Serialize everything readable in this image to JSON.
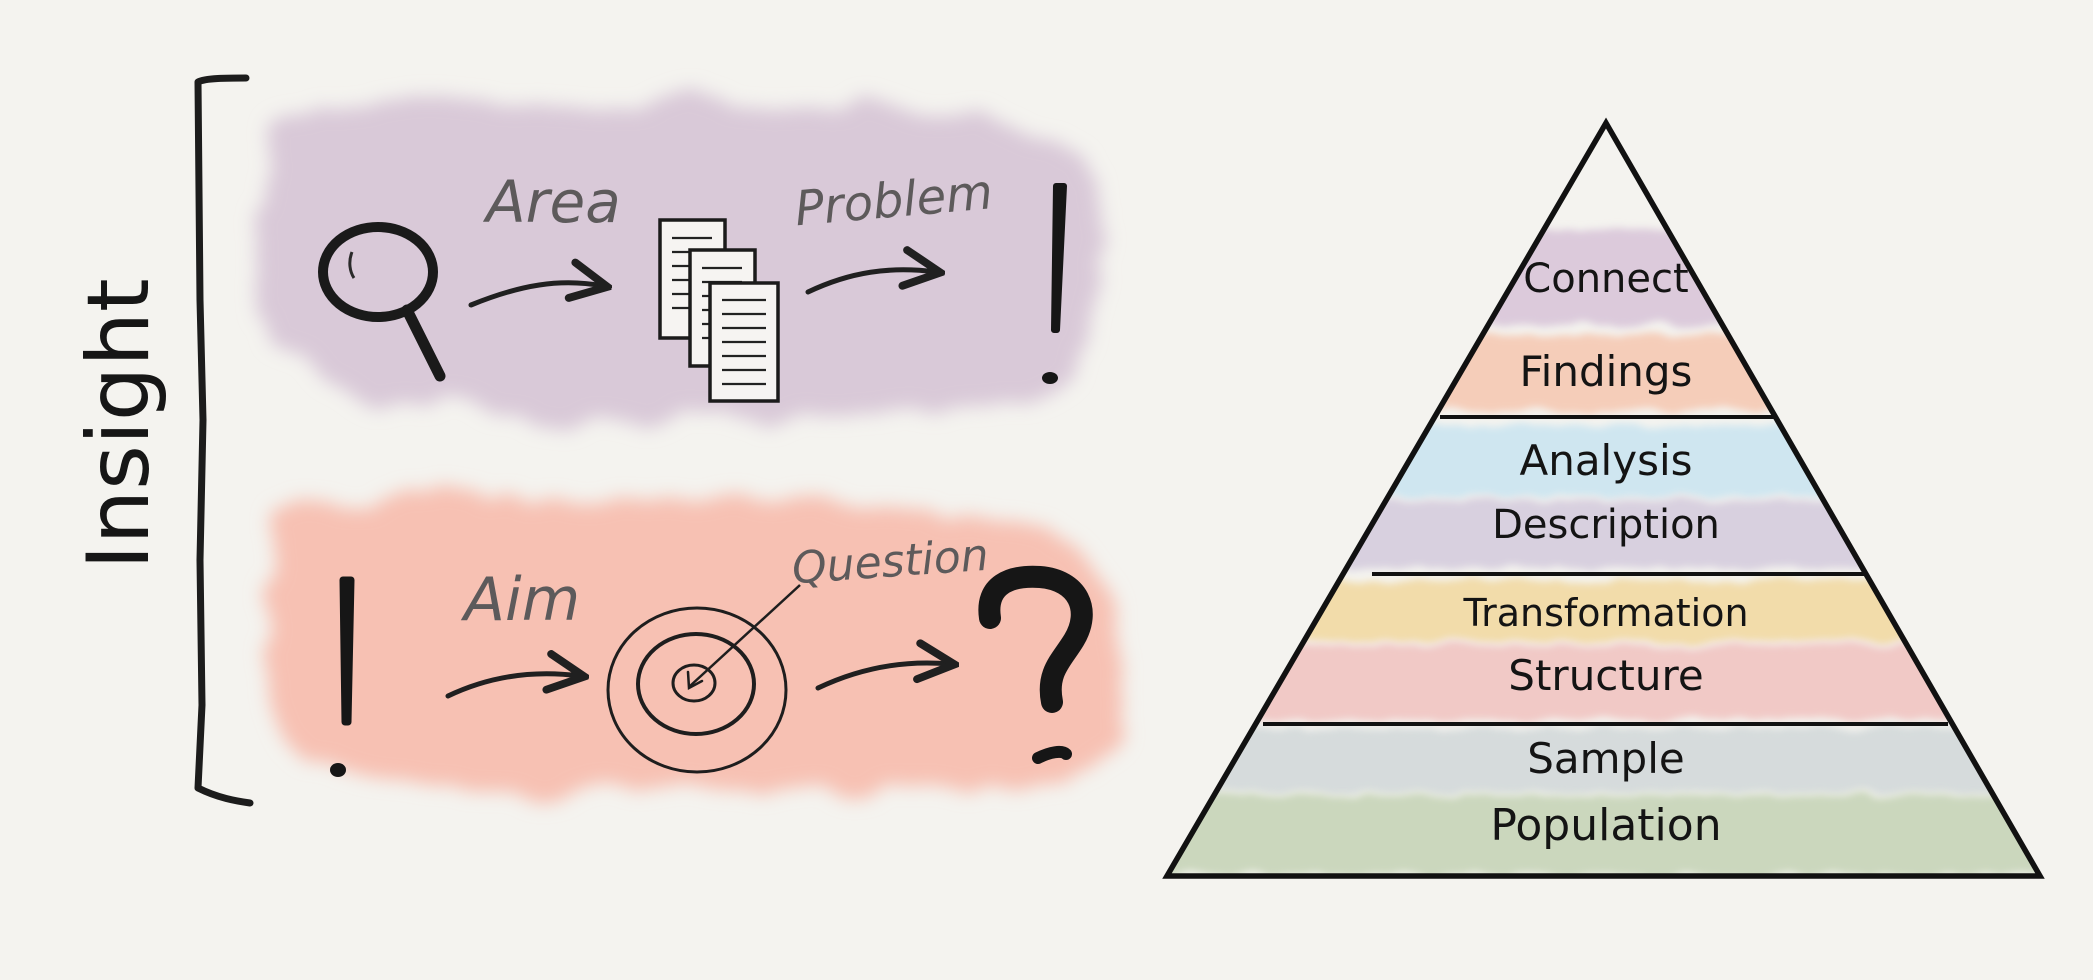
{
  "insight": {
    "label": "Insight"
  },
  "top_flow": {
    "area_label": "Area",
    "problem_label": "Problem",
    "icons": [
      "magnifier-icon",
      "documents-icon",
      "exclamation-icon"
    ],
    "wash_color": "#d9c9d8"
  },
  "bottom_flow": {
    "aim_label": "Aim",
    "question_label": "Question",
    "icons": [
      "exclamation-icon",
      "target-icon",
      "question-mark-icon"
    ],
    "wash_color": "#f7c1b3"
  },
  "pyramid": {
    "levels": [
      {
        "label": "Connect",
        "color": "#dccadb"
      },
      {
        "label": "Findings",
        "color": "#f5cdb9"
      },
      {
        "label": "Analysis",
        "color": "#cfe6f0"
      },
      {
        "label": "Description",
        "color": "#d8d0df"
      },
      {
        "label": "Transformation",
        "color": "#f2dcaa"
      },
      {
        "label": "Structure",
        "color": "#f1c9c6"
      },
      {
        "label": "Sample",
        "color": "#d6dbdc"
      },
      {
        "label": "Population",
        "color": "#cbd7bd"
      }
    ]
  }
}
